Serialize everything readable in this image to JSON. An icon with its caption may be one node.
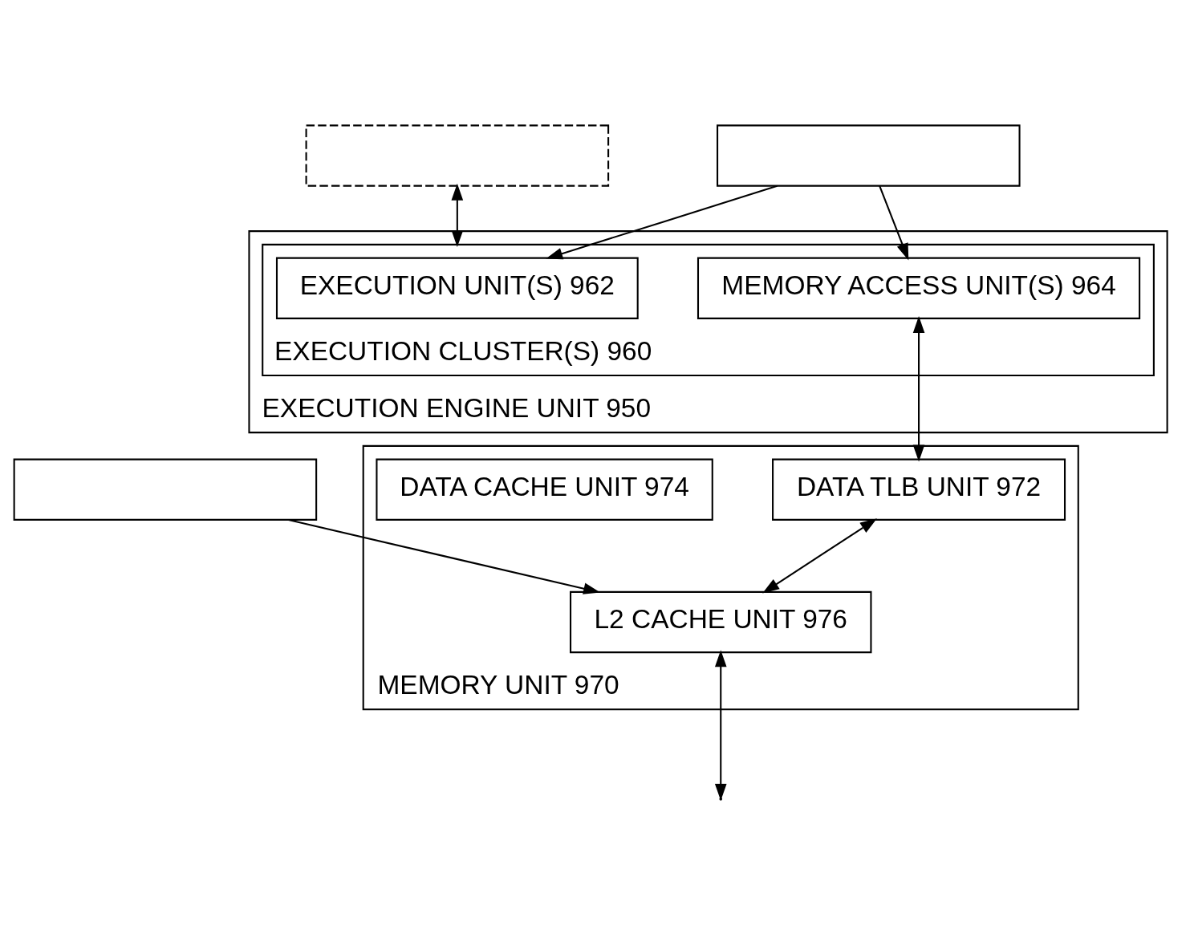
{
  "diagram": {
    "nodes": [
      {
        "text": [
          "EXECUTION ENGINE UNIT 950"
        ]
      },
      {
        "text": [
          "EXECUTION CLUSTER(S) 960"
        ],
        "in": 0
      },
      {
        "text": [
          "EXECUTION UNIT(S) 962"
        ],
        "in": 1
      },
      {
        "text": [
          "MEMORY ACCESS UNIT(S) 964"
        ],
        "in": 1
      },
      {
        "text": [
          "MEMORY UNIT 970"
        ]
      },
      {
        "text": [
          "DATA TLB UNIT 972"
        ],
        "in": 4
      },
      {
        "text": [
          "DATA CACHE UNIT 974"
        ],
        "in": 4
      },
      {
        "text": [
          "L2 CACHE UNIT 976"
        ],
        "in": 4
      },
      {
        "text": [],
        "shape": "box"
      },
      {
        "text": [],
        "shape": "box"
      },
      {
        "text": [],
        "shape": "box"
      }
    ],
    "edges": [
      {
        "from": 9,
        "to": 2,
        "arrow": "to"
      },
      {
        "from": 9,
        "to": 3,
        "arrow": "to"
      },
      {
        "from": 8,
        "to": 1,
        "arrow": "both"
      },
      {
        "from": 3,
        "to": 5,
        "arrow": "both"
      },
      {
        "from": 5,
        "to": 7,
        "arrow": "both"
      },
      {
        "from": 10,
        "to": 7,
        "arrow": "to"
      },
      {
        "from": 7,
        "to": null,
        "arrow": "both"
      }
    ]
  }
}
